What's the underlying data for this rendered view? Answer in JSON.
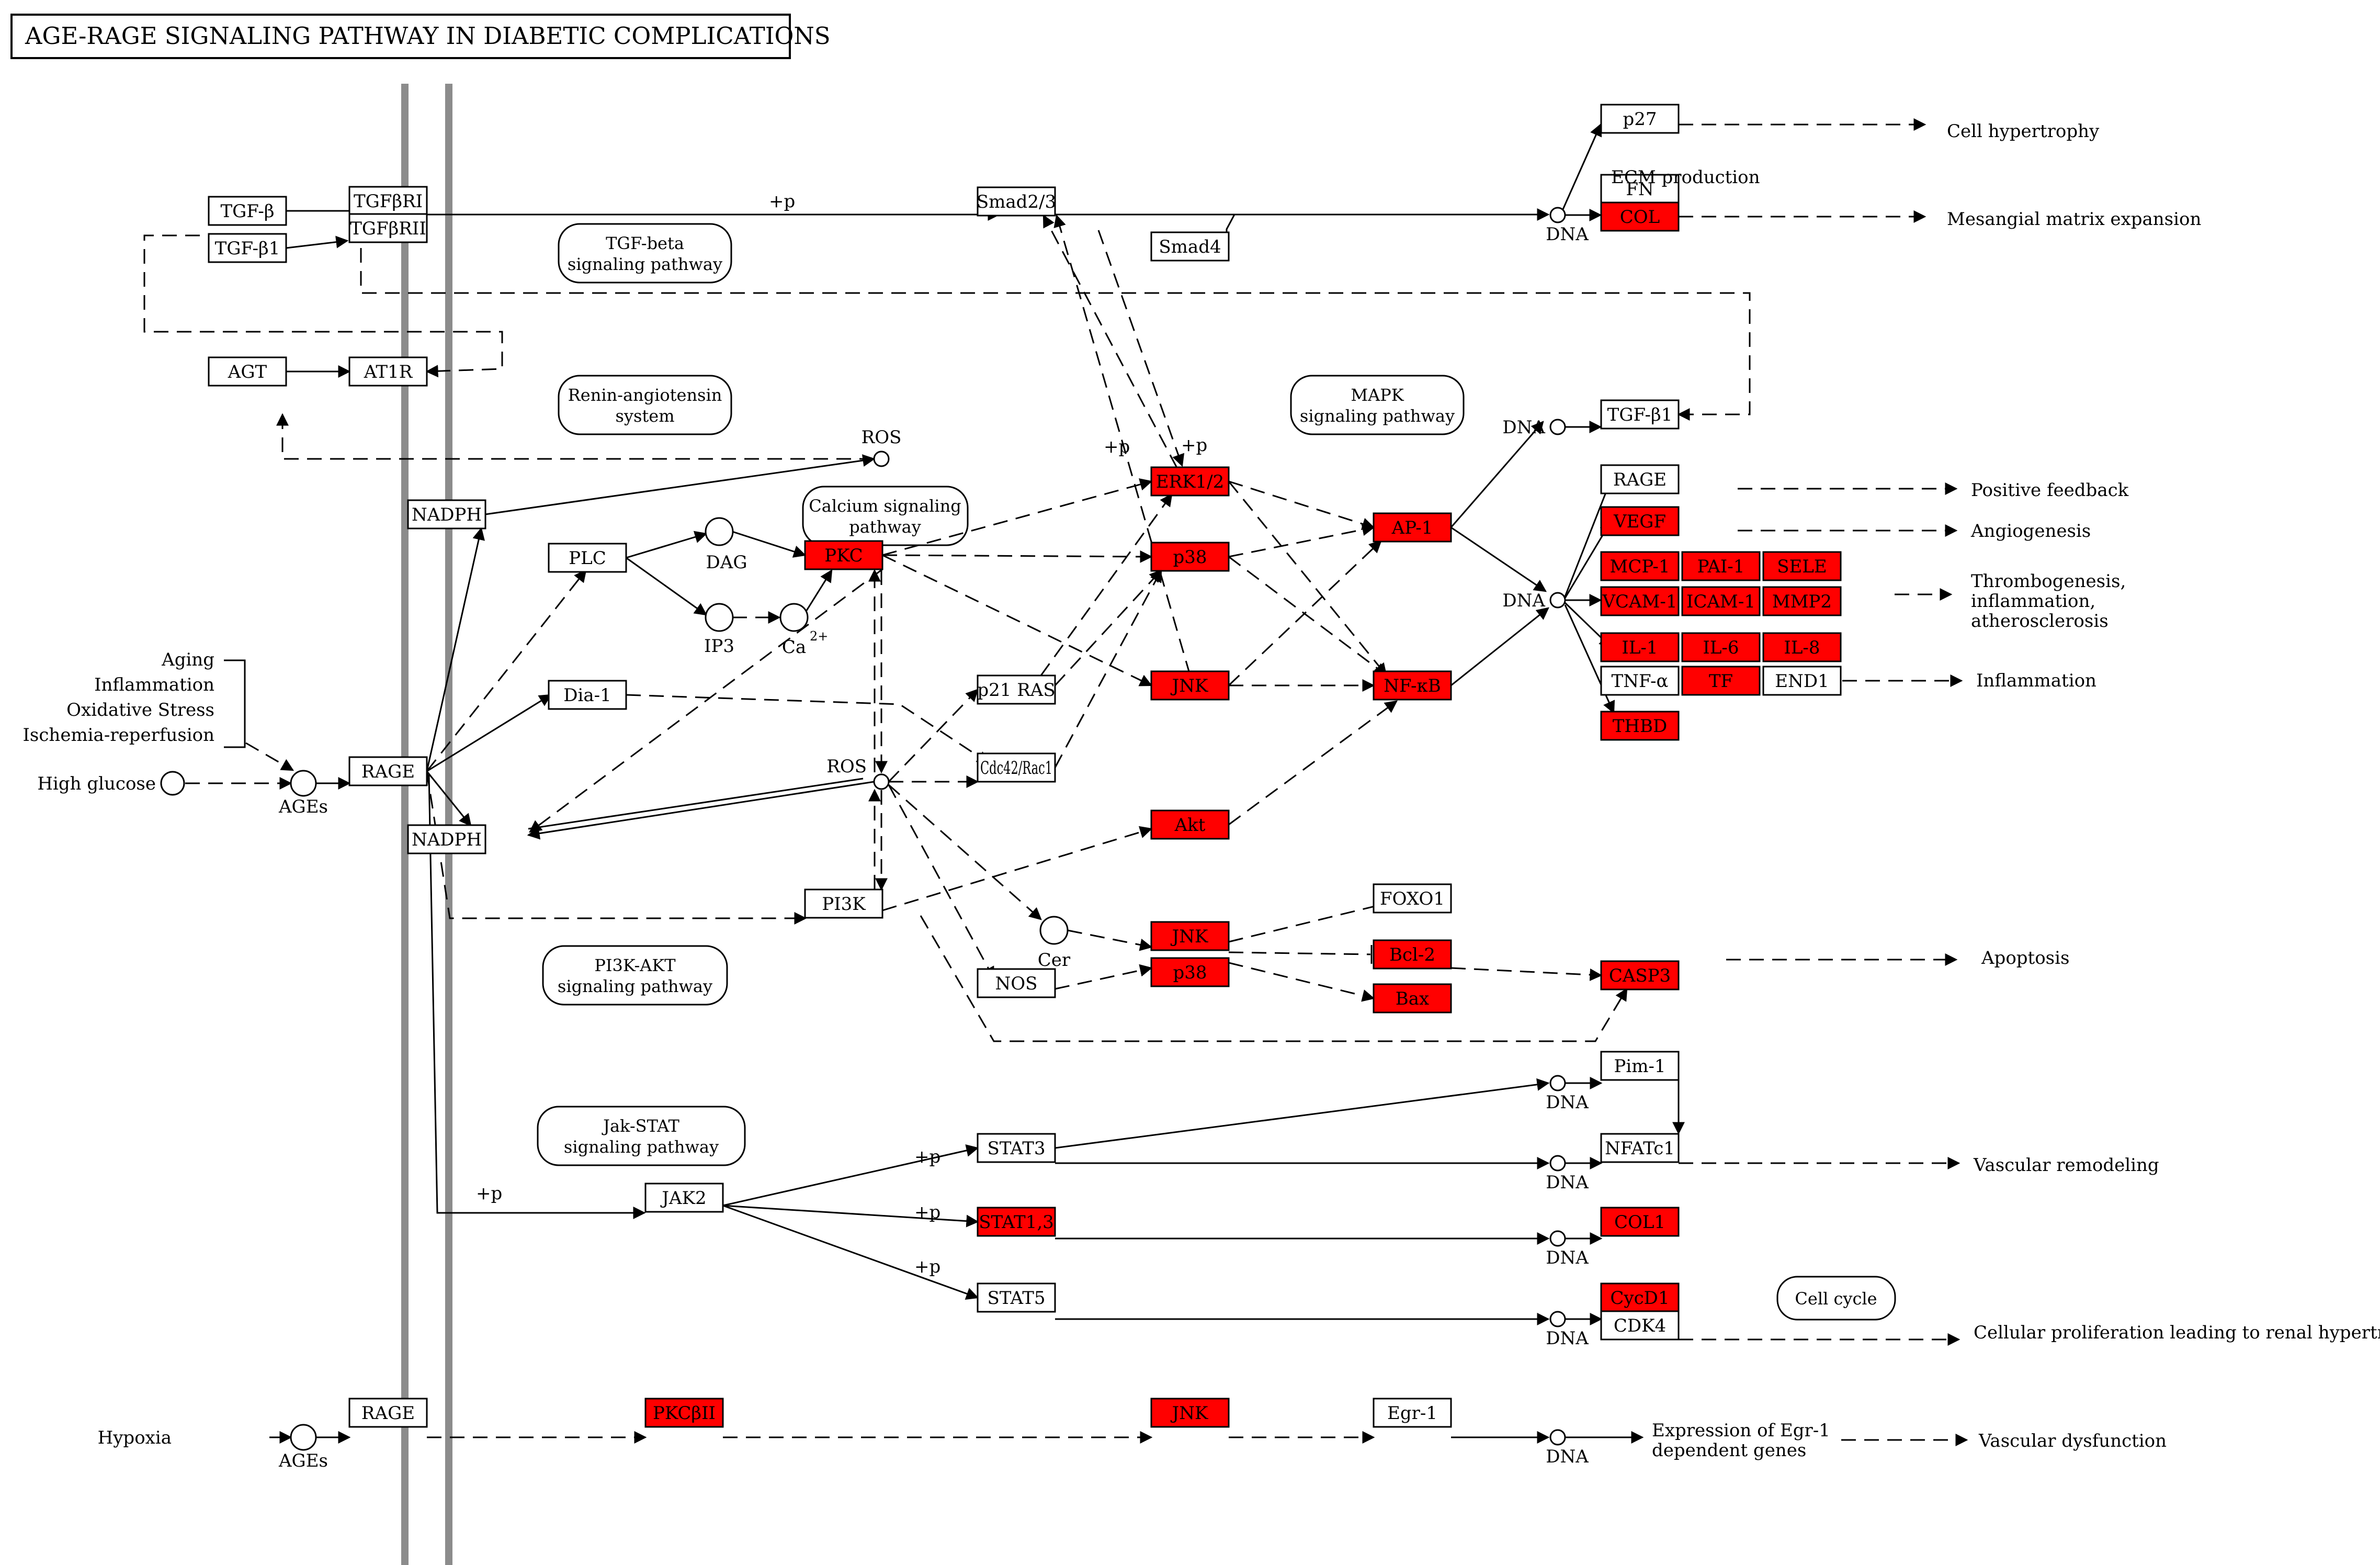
{
  "title": "AGE-RAGE SIGNALING PATHWAY IN DIABETIC COMPLICATIONS",
  "colors": {
    "highlight": "#ff0000",
    "normal": "#ffffff",
    "membrane": "#8c8c8c"
  },
  "nodes": {
    "tgfb": "TGF-β",
    "tgfb1_left": "TGF-β1",
    "tgfbr1": "TGFβRI",
    "tgfbr2": "TGFβRII",
    "agt": "AGT",
    "at1r": "AT1R",
    "nadph_top": "NADPH",
    "nadph_bottom": "NADPH",
    "plc": "PLC",
    "pkc": "PKC",
    "dia1": "Dia-1",
    "rage_mid": "RAGE",
    "pi3k": "PI3K",
    "p21ras": "p21 RAS",
    "cdc42rac1": "Cdc42/Rac1",
    "nos": "NOS",
    "jak2": "JAK2",
    "smad23": "Smad2/3",
    "smad4": "Smad4",
    "erk12": "ERK1/2",
    "p38_top": "p38",
    "jnk_mid": "JNK",
    "akt": "Akt",
    "jnk_low": "JNK",
    "p38_low": "p38",
    "ap1": "AP-1",
    "nfkb": "NF-κB",
    "foxo1": "FOXO1",
    "bcl2": "Bcl-2",
    "bax": "Bax",
    "casp3": "CASP3",
    "p27": "p27",
    "fn": "FN",
    "col_top": "COL",
    "tgfb1_right": "TGF-β1",
    "rage_right": "RAGE",
    "vegf": "VEGF",
    "mcp1": "MCP-1",
    "pai1": "PAI-1",
    "sele": "SELE",
    "vcam1": "VCAM-1",
    "icam1": "ICAM-1",
    "mmp2": "MMP2",
    "il1": "IL-1",
    "il6": "IL-6",
    "il8": "IL-8",
    "tnfa": "TNF-α",
    "tf": "TF",
    "end1": "END1",
    "thbd": "THBD",
    "stat3": "STAT3",
    "stat13": "STAT1,3",
    "stat5": "STAT5",
    "pim1": "Pim-1",
    "nfatc1": "NFATc1",
    "col1": "COL1",
    "cycd1": "CycD1",
    "cdk4": "CDK4",
    "rage_bottom": "RAGE",
    "pkcbii": "PKCβII",
    "jnk_bottom": "JNK",
    "egr1": "Egr-1"
  },
  "compounds": {
    "high_glucose": "High glucose",
    "ages_mid": "AGEs",
    "ages_bottom": "AGEs",
    "hypoxia": "Hypoxia",
    "ros_top": "ROS",
    "ros_mid": "ROS",
    "dag": "DAG",
    "ip3": "IP3",
    "ca": "Ca",
    "ca_sup": "2+",
    "cer": "Cer"
  },
  "dna_label": "DNA",
  "stress_factors": [
    "Aging",
    "Inflammation",
    "Oxidative Stress",
    "Ischemia-reperfusion"
  ],
  "modifiers": {
    "phos": "+p"
  },
  "ecm_label": "ECM production",
  "pathways": {
    "tgfbeta": [
      "TGF-beta",
      "signaling pathway"
    ],
    "renin": [
      "Renin-angiotensin",
      "system"
    ],
    "mapk": [
      "MAPK",
      "signaling pathway"
    ],
    "calcium": [
      "Calcium signaling",
      "pathway"
    ],
    "pi3k_akt": [
      "PI3K-AKT",
      "signaling pathway"
    ],
    "jak_stat": [
      "Jak-STAT",
      "signaling pathway"
    ],
    "cell_cycle": [
      "Cell cycle"
    ]
  },
  "outcomes": {
    "cell_hypertrophy": "Cell hypertrophy",
    "mesangial": "Mesangial matrix expansion",
    "positive_feedback": "Positive feedback",
    "angiogenesis": "Angiogenesis",
    "thrombo": [
      "Thrombogenesis,",
      "inflammation,",
      "atherosclerosis"
    ],
    "inflammation": "Inflammation",
    "apoptosis": "Apoptosis",
    "vascular_remodeling": "Vascular remodeling",
    "proliferation": "Cellular proliferation leading to renal hypertrophy",
    "egr1_expression": [
      "Expression of Egr-1",
      "dependent genes"
    ],
    "vascular_dysfunction": "Vascular dysfunction"
  }
}
